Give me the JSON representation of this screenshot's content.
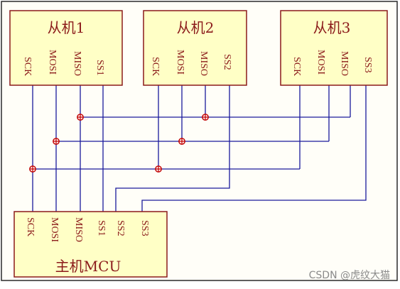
{
  "diagram": {
    "slaves": [
      {
        "title": "从机1",
        "pins": [
          "SCK",
          "MOSI",
          "MISO",
          "SS1"
        ]
      },
      {
        "title": "从机2",
        "pins": [
          "SCK",
          "MOSI",
          "MISO",
          "SS2"
        ]
      },
      {
        "title": "从机3",
        "pins": [
          "SCK",
          "MOSI",
          "MISO",
          "SS3"
        ]
      }
    ],
    "master": {
      "title": "主机MCU",
      "pins": [
        "SCK",
        "MOSI",
        "MISO",
        "SS1",
        "SS2",
        "SS3"
      ]
    }
  },
  "watermark": "CSDN @虎纹大猫",
  "colors": {
    "box_fill": "#ffffc6",
    "box_stroke": "#8b1a1a",
    "text": "#8b1a1a",
    "wire": "#1a1a9c",
    "junction": "#c00000",
    "frame": "#2a2a2a"
  }
}
